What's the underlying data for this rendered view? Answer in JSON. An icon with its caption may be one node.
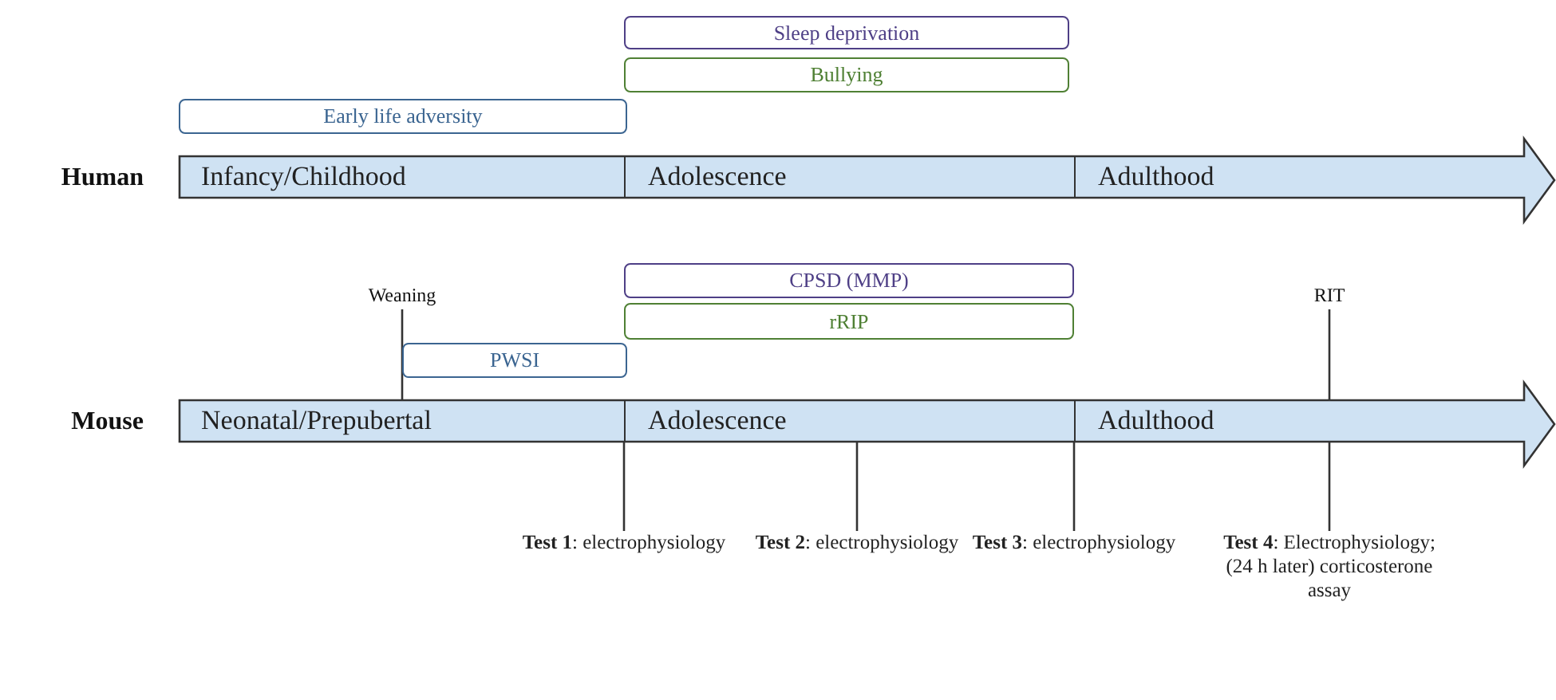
{
  "diagram": {
    "nodes": [
      {
        "text": [
          "Sleep deprivation"
        ]
      },
      {
        "text": [
          "Bullying"
        ]
      },
      {
        "text": [
          "Early life adversity"
        ]
      },
      {
        "text": [
          "Infancy/Childhood"
        ]
      },
      {
        "text": [
          "Adolescence"
        ]
      },
      {
        "text": [
          "Adulthood"
        ]
      },
      {
        "text": [
          "CPSD (MMP)"
        ]
      },
      {
        "text": [
          "rRIP"
        ]
      },
      {
        "text": [
          "Weaning"
        ]
      },
      {
        "text": [
          "PWSI"
        ]
      },
      {
        "text": [
          "RIT"
        ]
      },
      {
        "text": [
          "Neonatal/Prepubertal"
        ]
      },
      {
        "text": [
          "Adolescence"
        ]
      },
      {
        "text": [
          "Adulthood"
        ]
      },
      {
        "text": [
          "**Test 1**: electrophysiology"
        ]
      },
      {
        "text": [
          "**Test 2**: electrophysiology"
        ]
      },
      {
        "text": [
          "**Test 3**: electrophysiology"
        ]
      },
      {
        "text": [
          "**Test 4**: Electrophysiology; (24 h later) corticosterone assay"
        ]
      }
    ],
    "edges": [
      {
        "from": 8,
        "to": 11,
        "arrow": "none"
      },
      {
        "from": 10,
        "to": 13,
        "arrow": "none"
      },
      {
        "from": 12,
        "to": 14,
        "arrow": "none"
      },
      {
        "from": 12,
        "to": 15,
        "arrow": "none"
      },
      {
        "from": 13,
        "to": 16,
        "arrow": "none"
      },
      {
        "from": 13,
        "to": 17,
        "arrow": "none"
      }
    ],
    "labels": [
      "Human",
      "Mouse"
    ]
  }
}
